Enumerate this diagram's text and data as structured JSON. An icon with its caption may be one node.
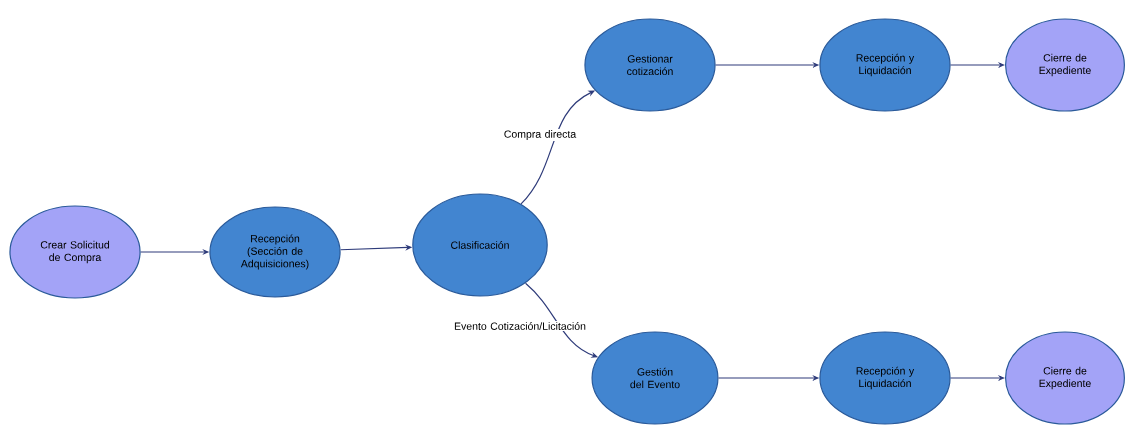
{
  "diagram": {
    "nodes": [
      {
        "text": [
          "Crear Solicitud de Compra"
        ]
      },
      {
        "text": [
          "Recepción (Sección de Adquisiciones)"
        ]
      },
      {
        "text": [
          "Clasificación"
        ]
      },
      {
        "text": [
          "Gestionar cotización"
        ]
      },
      {
        "text": [
          "Recepción y Liquidación"
        ]
      },
      {
        "text": [
          "Cierre de Expediente"
        ]
      },
      {
        "text": [
          "Gestión del Evento"
        ]
      },
      {
        "text": [
          "Recepción y Liquidación"
        ]
      },
      {
        "text": [
          "Cierre de Expediente"
        ]
      }
    ],
    "edges": [
      {
        "from": 0,
        "to": 1,
        "arrow": "to"
      },
      {
        "from": 1,
        "to": 2,
        "arrow": "to"
      },
      {
        "from": 2,
        "to": 3,
        "arrow": "to",
        "label": "Compra directa"
      },
      {
        "from": 3,
        "to": 4,
        "arrow": "to"
      },
      {
        "from": 4,
        "to": 5,
        "arrow": "to"
      },
      {
        "from": 2,
        "to": 6,
        "arrow": "to",
        "label": "Evento Cotización/Licitación"
      },
      {
        "from": 6,
        "to": 7,
        "arrow": "to"
      },
      {
        "from": 7,
        "to": 8,
        "arrow": "to"
      }
    ]
  }
}
